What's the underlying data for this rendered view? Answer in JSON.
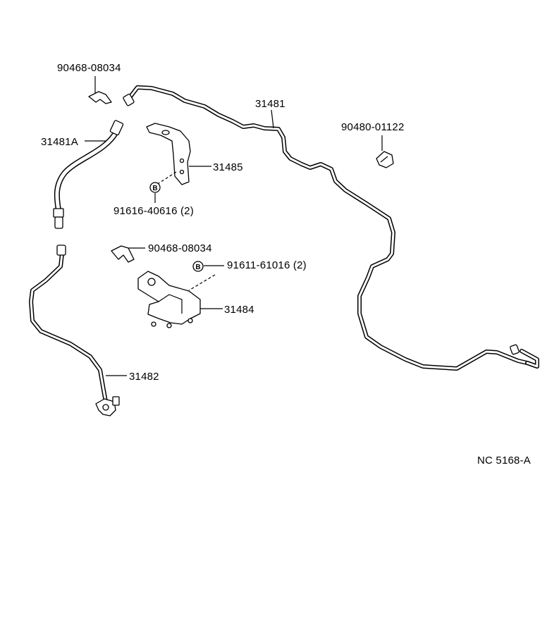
{
  "labels": {
    "clip_top": "90468-08034",
    "hose_31481a": "31481A",
    "bracket_31485": "31485",
    "bolt_top": "91616-40616 (2)",
    "pipe_31481": "31481",
    "clamp_90480": "90480-01122",
    "clip_mid": "90468-08034",
    "bolt_mid": "91611-61016 (2)",
    "bracket_31484": "31484",
    "pipe_31482": "31482",
    "drawing_code": "NC 5168-A"
  },
  "bolt_marks": {
    "top": "B",
    "mid": "B"
  }
}
